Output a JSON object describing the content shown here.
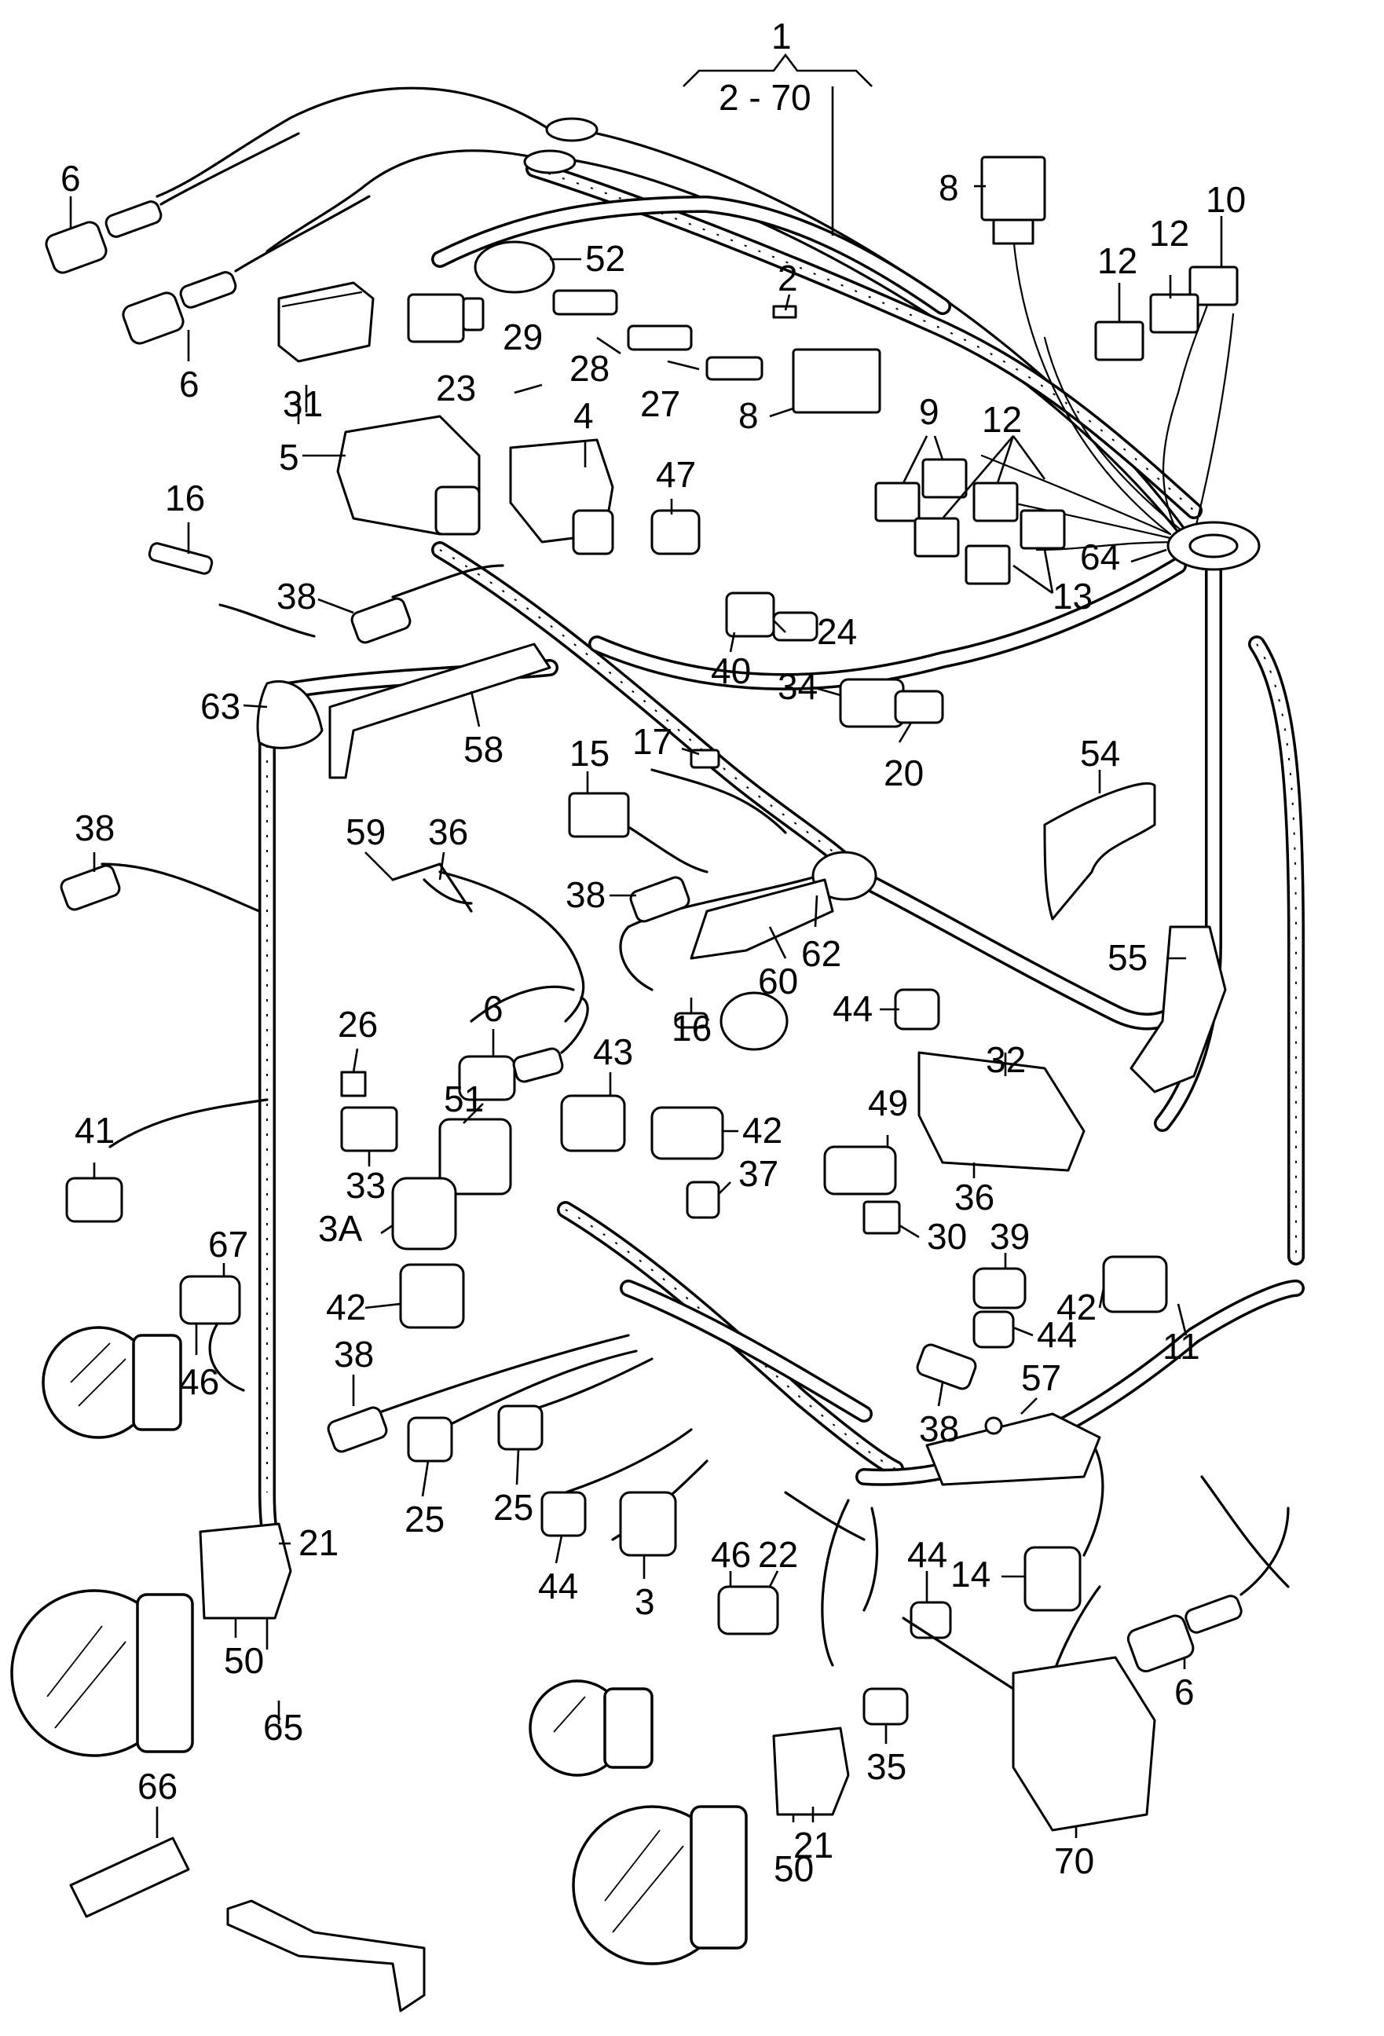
{
  "diagram": {
    "group": {
      "number": "1",
      "range": "2 - 70"
    },
    "labels": {
      "l6a": "6",
      "l6b": "6",
      "l52": "52",
      "l2": "2",
      "l8a": "8",
      "l8b": "8",
      "l10": "10",
      "l12a": "12",
      "l12b": "12",
      "l12c": "12",
      "l9": "9",
      "l13": "13",
      "l64": "64",
      "l31": "31",
      "l23": "23",
      "l29": "29",
      "l28": "28",
      "l27": "27",
      "l5": "5",
      "l4": "4",
      "l47": "47",
      "l16a": "16",
      "l38a": "38",
      "l24": "24",
      "l40": "40",
      "l34": "34",
      "l20": "20",
      "l63": "63",
      "l58": "58",
      "l15": "15",
      "l17": "17",
      "l54": "54",
      "l38b": "38",
      "l59": "59",
      "l36a": "36",
      "l38c": "38",
      "l62": "62",
      "l55": "55",
      "l60": "60",
      "l16b": "16",
      "l44a": "44",
      "l6c": "6",
      "l26": "26",
      "l32": "32",
      "l43": "43",
      "l51": "51",
      "l49": "49",
      "l42a": "42",
      "l41": "41",
      "l33": "33",
      "l37": "37",
      "l36b": "36",
      "l3a": "3A",
      "l30": "30",
      "l39": "39",
      "l67": "67",
      "l42b": "42",
      "l42c": "42",
      "l44b": "44",
      "l11": "11",
      "l46a": "46",
      "l38d": "38",
      "l38e": "38",
      "l57": "57",
      "l25a": "25",
      "l25b": "25",
      "l21a": "21",
      "l44c": "44",
      "l46b": "46",
      "l22": "22",
      "l44d": "44",
      "l14": "14",
      "l3": "3",
      "l50a": "50",
      "l65": "65",
      "l35": "35",
      "l6d": "6",
      "l66": "66",
      "l70": "70",
      "l21b": "21",
      "l50b": "50"
    }
  }
}
